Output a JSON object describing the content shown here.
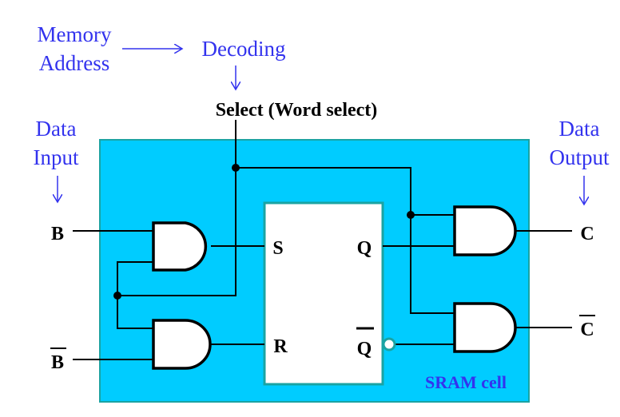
{
  "colors": {
    "cell_fill": "#00ccff",
    "cell_border": "#1aa3a3",
    "annotation_blue": "#3333ee",
    "wire": "#000000"
  },
  "annotations": {
    "memory_address_line1": "Memory",
    "memory_address_line2": "Address",
    "decoding": "Decoding",
    "select": "Select (Word select)",
    "data_input_line1": "Data",
    "data_input_line2": "Input",
    "data_output_line1": "Data",
    "data_output_line2": "Output",
    "cell_title": "SRAM cell"
  },
  "signals": {
    "input_b": "B",
    "input_b_bar": "B",
    "output_c": "C",
    "output_c_bar": "C"
  },
  "flipflop": {
    "s": "S",
    "r": "R",
    "q": "Q",
    "q_bar": "Q"
  }
}
